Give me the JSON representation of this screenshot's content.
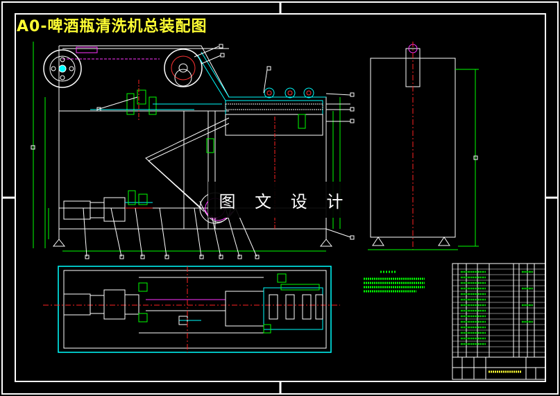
{
  "drawing": {
    "title": "A0-啤酒瓶清洗机总装配图",
    "watermark": "图 文 设 计"
  },
  "colors": {
    "background": "#000000",
    "frame": "#ffffff",
    "title": "#ffff33",
    "cyan": "#00ffff",
    "green": "#00ff00",
    "red": "#ff2222",
    "magenta": "#ff33ff",
    "yellow": "#ffff33"
  },
  "views": [
    "front-view",
    "side-view",
    "top-view",
    "technical-notes",
    "parts-list",
    "title-block"
  ]
}
